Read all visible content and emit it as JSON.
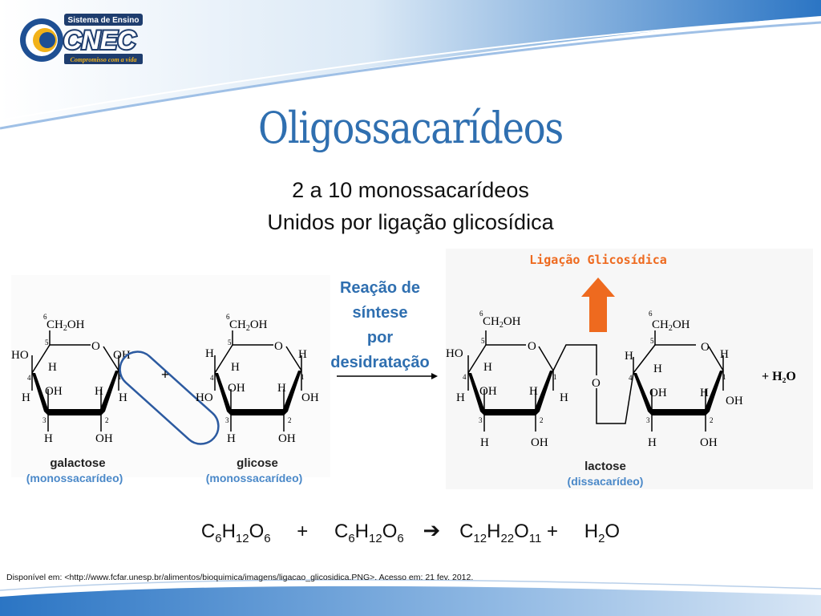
{
  "logo": {
    "top_text": "Sistema de Ensino",
    "brand": "CNEC",
    "tagline": "Compromisso com a vida"
  },
  "title": "Oligossacarídeos",
  "subtitle_lines": [
    "2 a 10 monossacarídeos",
    "Unidos por ligação glicosídica"
  ],
  "reaction_label_lines": [
    "Reação de",
    "síntese",
    "por",
    "desidratação"
  ],
  "diagram": {
    "bond_label": "Ligação Glicosídica",
    "plus": "+",
    "water": "+ H₂O",
    "galactose_name": "galactose",
    "galactose_type": "(monossacarídeo)",
    "glucose_name": "glicose",
    "glucose_type": "(monossacarídeo)",
    "lactose_name": "lactose",
    "lactose_type": "(dissacarídeo)"
  },
  "equation": {
    "left1": "C6H12O6",
    "plus": "+",
    "left2": "C6H12O6",
    "arrow": "➔",
    "right1": "C12H22O11",
    "plus2": "+",
    "right2": "H2O"
  },
  "source": "Disponível em: <http://www.fcfar.unesp.br/alimentos/bioquimica/imagens/ligacao_glicosidica.PNG>. Acesso em: 21 fev. 2012.",
  "colors": {
    "accent_blue": "#2f6fb0",
    "orange": "#ee6a1f",
    "dark_navy": "#1e3d6e"
  }
}
